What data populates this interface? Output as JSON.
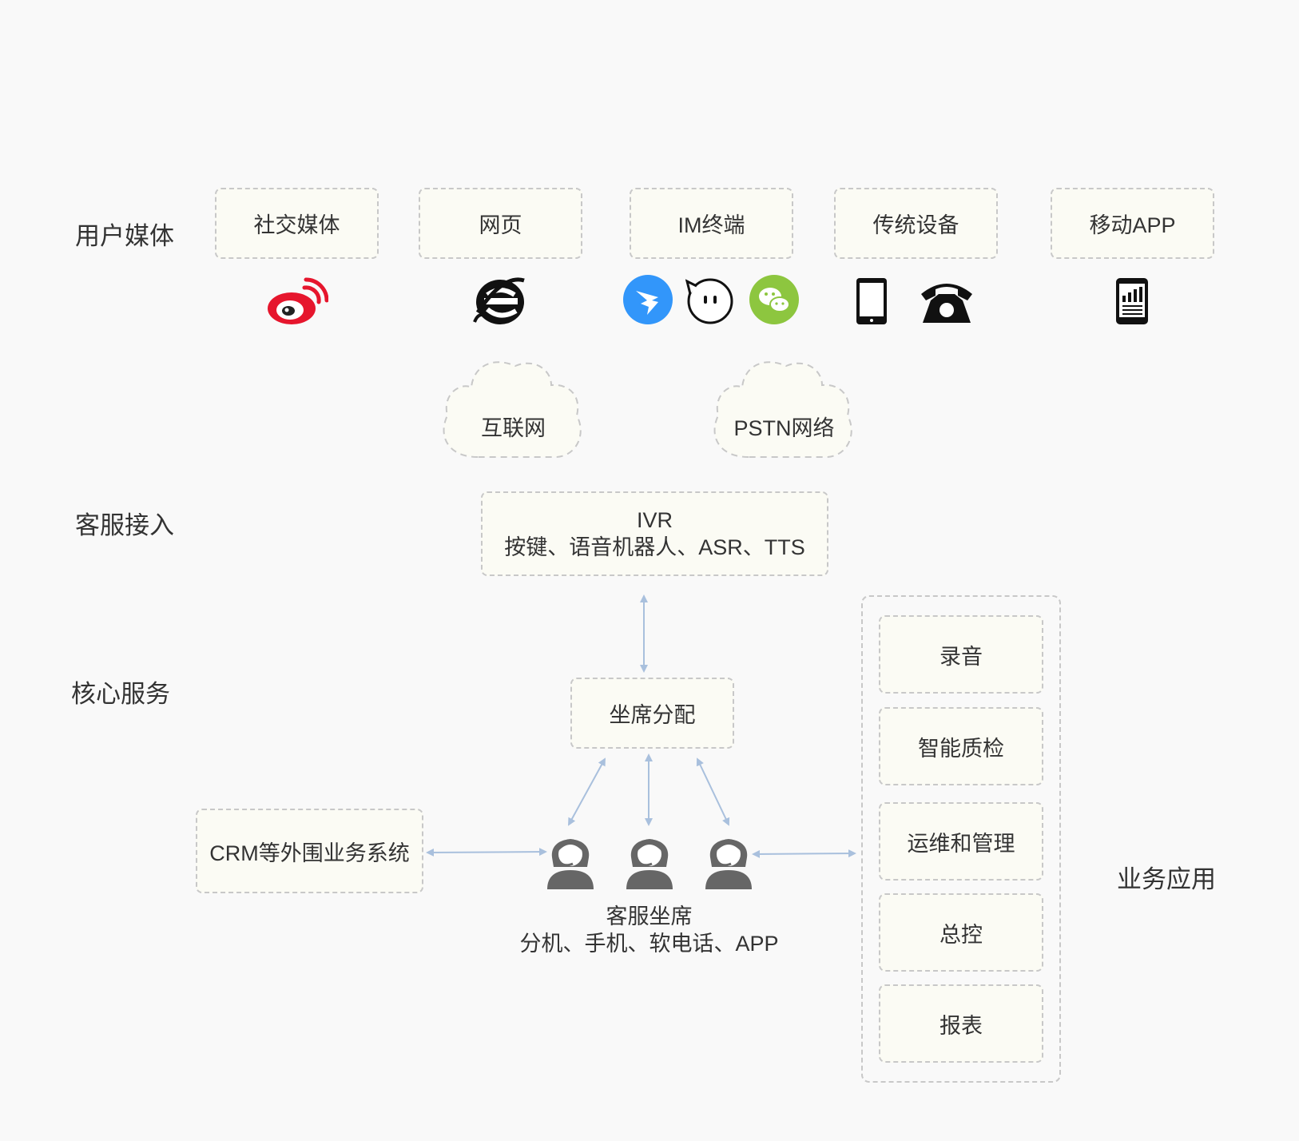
{
  "layers": {
    "user_media": "用户媒体",
    "access": "客服接入",
    "core": "核心服务",
    "business": "业务应用"
  },
  "channels": [
    {
      "label": "社交媒体",
      "icons": [
        "weibo-icon"
      ]
    },
    {
      "label": "网页",
      "icons": [
        "internet-explorer-icon"
      ]
    },
    {
      "label": "IM终端",
      "icons": [
        "dingtalk-icon",
        "qq-icon",
        "wechat-icon"
      ]
    },
    {
      "label": "传统设备",
      "icons": [
        "mobile-phone-icon",
        "telephone-icon"
      ]
    },
    {
      "label": "移动APP",
      "icons": [
        "tablet-app-icon"
      ]
    }
  ],
  "networks": [
    {
      "label": "互联网"
    },
    {
      "label": "PSTN网络"
    }
  ],
  "ivr": {
    "title": "IVR",
    "subtitle": "按键、语音机器人、ASR、TTS"
  },
  "dispatch": {
    "label": "坐席分配"
  },
  "crm": {
    "label": "CRM等外围业务系统"
  },
  "agents": {
    "title": "客服坐席",
    "subtitle": "分机、手机、软电话、APP",
    "count": 3
  },
  "business_apps": [
    "录音",
    "智能质检",
    "运维和管理",
    "总控",
    "报表"
  ],
  "colors": {
    "background": "#f9f9f9",
    "box_fill": "#fbfbf4",
    "dashed_border": "#c8c8c8",
    "arrow": "#a9c0dd",
    "agent_icon": "#666666",
    "weibo": "#e6162d",
    "dingtalk": "#3296fa",
    "wechat": "#8dc63f"
  }
}
